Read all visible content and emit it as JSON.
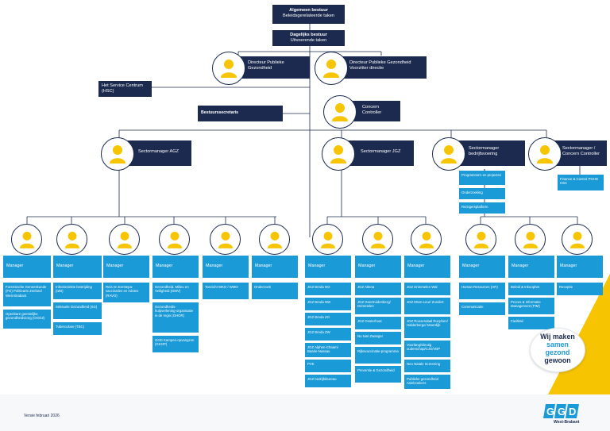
{
  "board": {
    "title": "Algemeen bestuur",
    "subtitle": "Beleidsgerelateerde taken"
  },
  "daily_board": {
    "title": "Dagelijks bestuur",
    "subtitle": "Uitvoerende taken"
  },
  "director_public_health": "Directeur Publieke Gezondheid",
  "director_chair": "Directeur Publieke Gezondheid Voorzitter directie",
  "service_center": "Het Service Centrum (HSC)",
  "board_secretary": "Bestuurssecretaris",
  "concern_controller": "Concern Controller",
  "sector_ajgz": "Sectormanager AGZ",
  "sector_jgz": "Sectormanager JGZ",
  "sector_bv": "Sectormanager bedrijfsvoering",
  "sector_cc": "Sectormanager / Concern Controller",
  "bv_items": [
    "Programma's en projecten",
    "Onderzoeking",
    "Reizigersplatform"
  ],
  "cc_items": [
    "Finance & Control PGHD HSC"
  ],
  "manager_label": "Manager",
  "columns": [
    {
      "items": [
        "Forensische Geneeskunde (FG) Politiearts Zeeland West-Brabant",
        "Openbare geestelijke gezondheidszorg (OGGZ)"
      ]
    },
    {
      "items": [
        "Infectieziekte bestrijding (IZB)",
        "Seksuele Gezondheid (SG)",
        "Tuberculose (TBC)"
      ]
    },
    {
      "items": [
        "Reis en Eerstepa-vaccinaties en Advies (RAVO)"
      ]
    },
    {
      "items": [
        "Gezondheid, Milieu en Veiligheid (GMV)",
        "Gezondheids-hulpverlening-organisatie in de regio (GHOR)",
        "GGD Kampen-opvangzon (GKOP)"
      ]
    },
    {
      "items": [
        "Toezicht WKO / WMO"
      ]
    },
    {
      "items": [
        "Onderzoek"
      ]
    },
    {
      "items": [
        "JGZ Breda NO",
        "JGZ Breda NW",
        "JGZ Breda ZO",
        "JGZ Breda ZW",
        "JGZ Alphen-Chaam/ Baarle-Nassau",
        "PVE",
        "JGZ bedrijfsbureau"
      ]
    },
    {
      "items": [
        "JGZ Altena",
        "JGZ Geertruidenberg/ Drimmelen",
        "JGZ Oosterhout",
        "Nu Niet Zwanger",
        "Rijksvaccinatie-programma",
        "Preventie & Gezondheid"
      ]
    },
    {
      "items": [
        "JGZ Drimmelen Wal",
        "JGZ Etten-Leur/ Zundert",
        "JGZ Roosendaal Rucphen/ Halderberge/ Moerdijk",
        "Voorlang/Sleutig ouderschap/CJG/VBP",
        "Neo Natale Screening",
        "Publieke gezondheid Asielzoekers"
      ]
    },
    {
      "items": [
        "Human Resources (HR)",
        "Communicatie"
      ]
    },
    {
      "items": [
        "Beleid & Inkoophet",
        "Proces & Informatie Management (PIM)",
        "Facilitair"
      ]
    },
    {
      "items": [
        "Receptie"
      ]
    }
  ],
  "slogan": {
    "line1": "Wij maken",
    "line2": "samen",
    "line3": "gezond",
    "line4": "gewoon"
  },
  "version": "Versie februari 2026",
  "logo_text": "West-Brabant",
  "colors": {
    "navy": "#1b2a4e",
    "blue": "#1a9ad6",
    "yellow": "#f6c400"
  }
}
